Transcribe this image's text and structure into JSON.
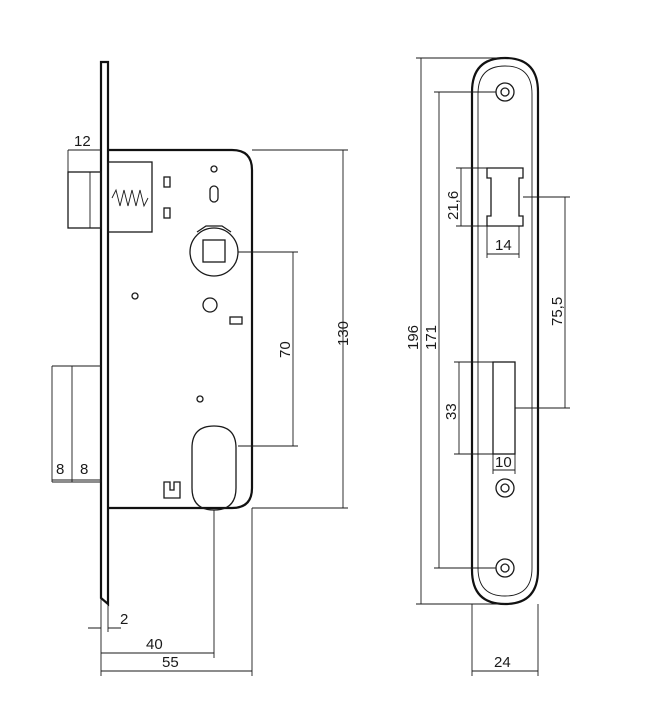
{
  "dimensions": {
    "faceplate_offset": "12",
    "lock_height": "130",
    "hub_to_cylinder": "70",
    "backset": "55",
    "cylinder_backset": "40",
    "plate_thickness": "2",
    "latch_projection_a": "8",
    "latch_projection_b": "8",
    "faceplate_length": "196",
    "fixing_centers": "171",
    "latch_hole_height": "21,6",
    "latch_hole_width": "14",
    "latch_to_bolt": "75,5",
    "bolt_hole_height": "33",
    "bolt_hole_width": "10",
    "faceplate_width": "24"
  }
}
